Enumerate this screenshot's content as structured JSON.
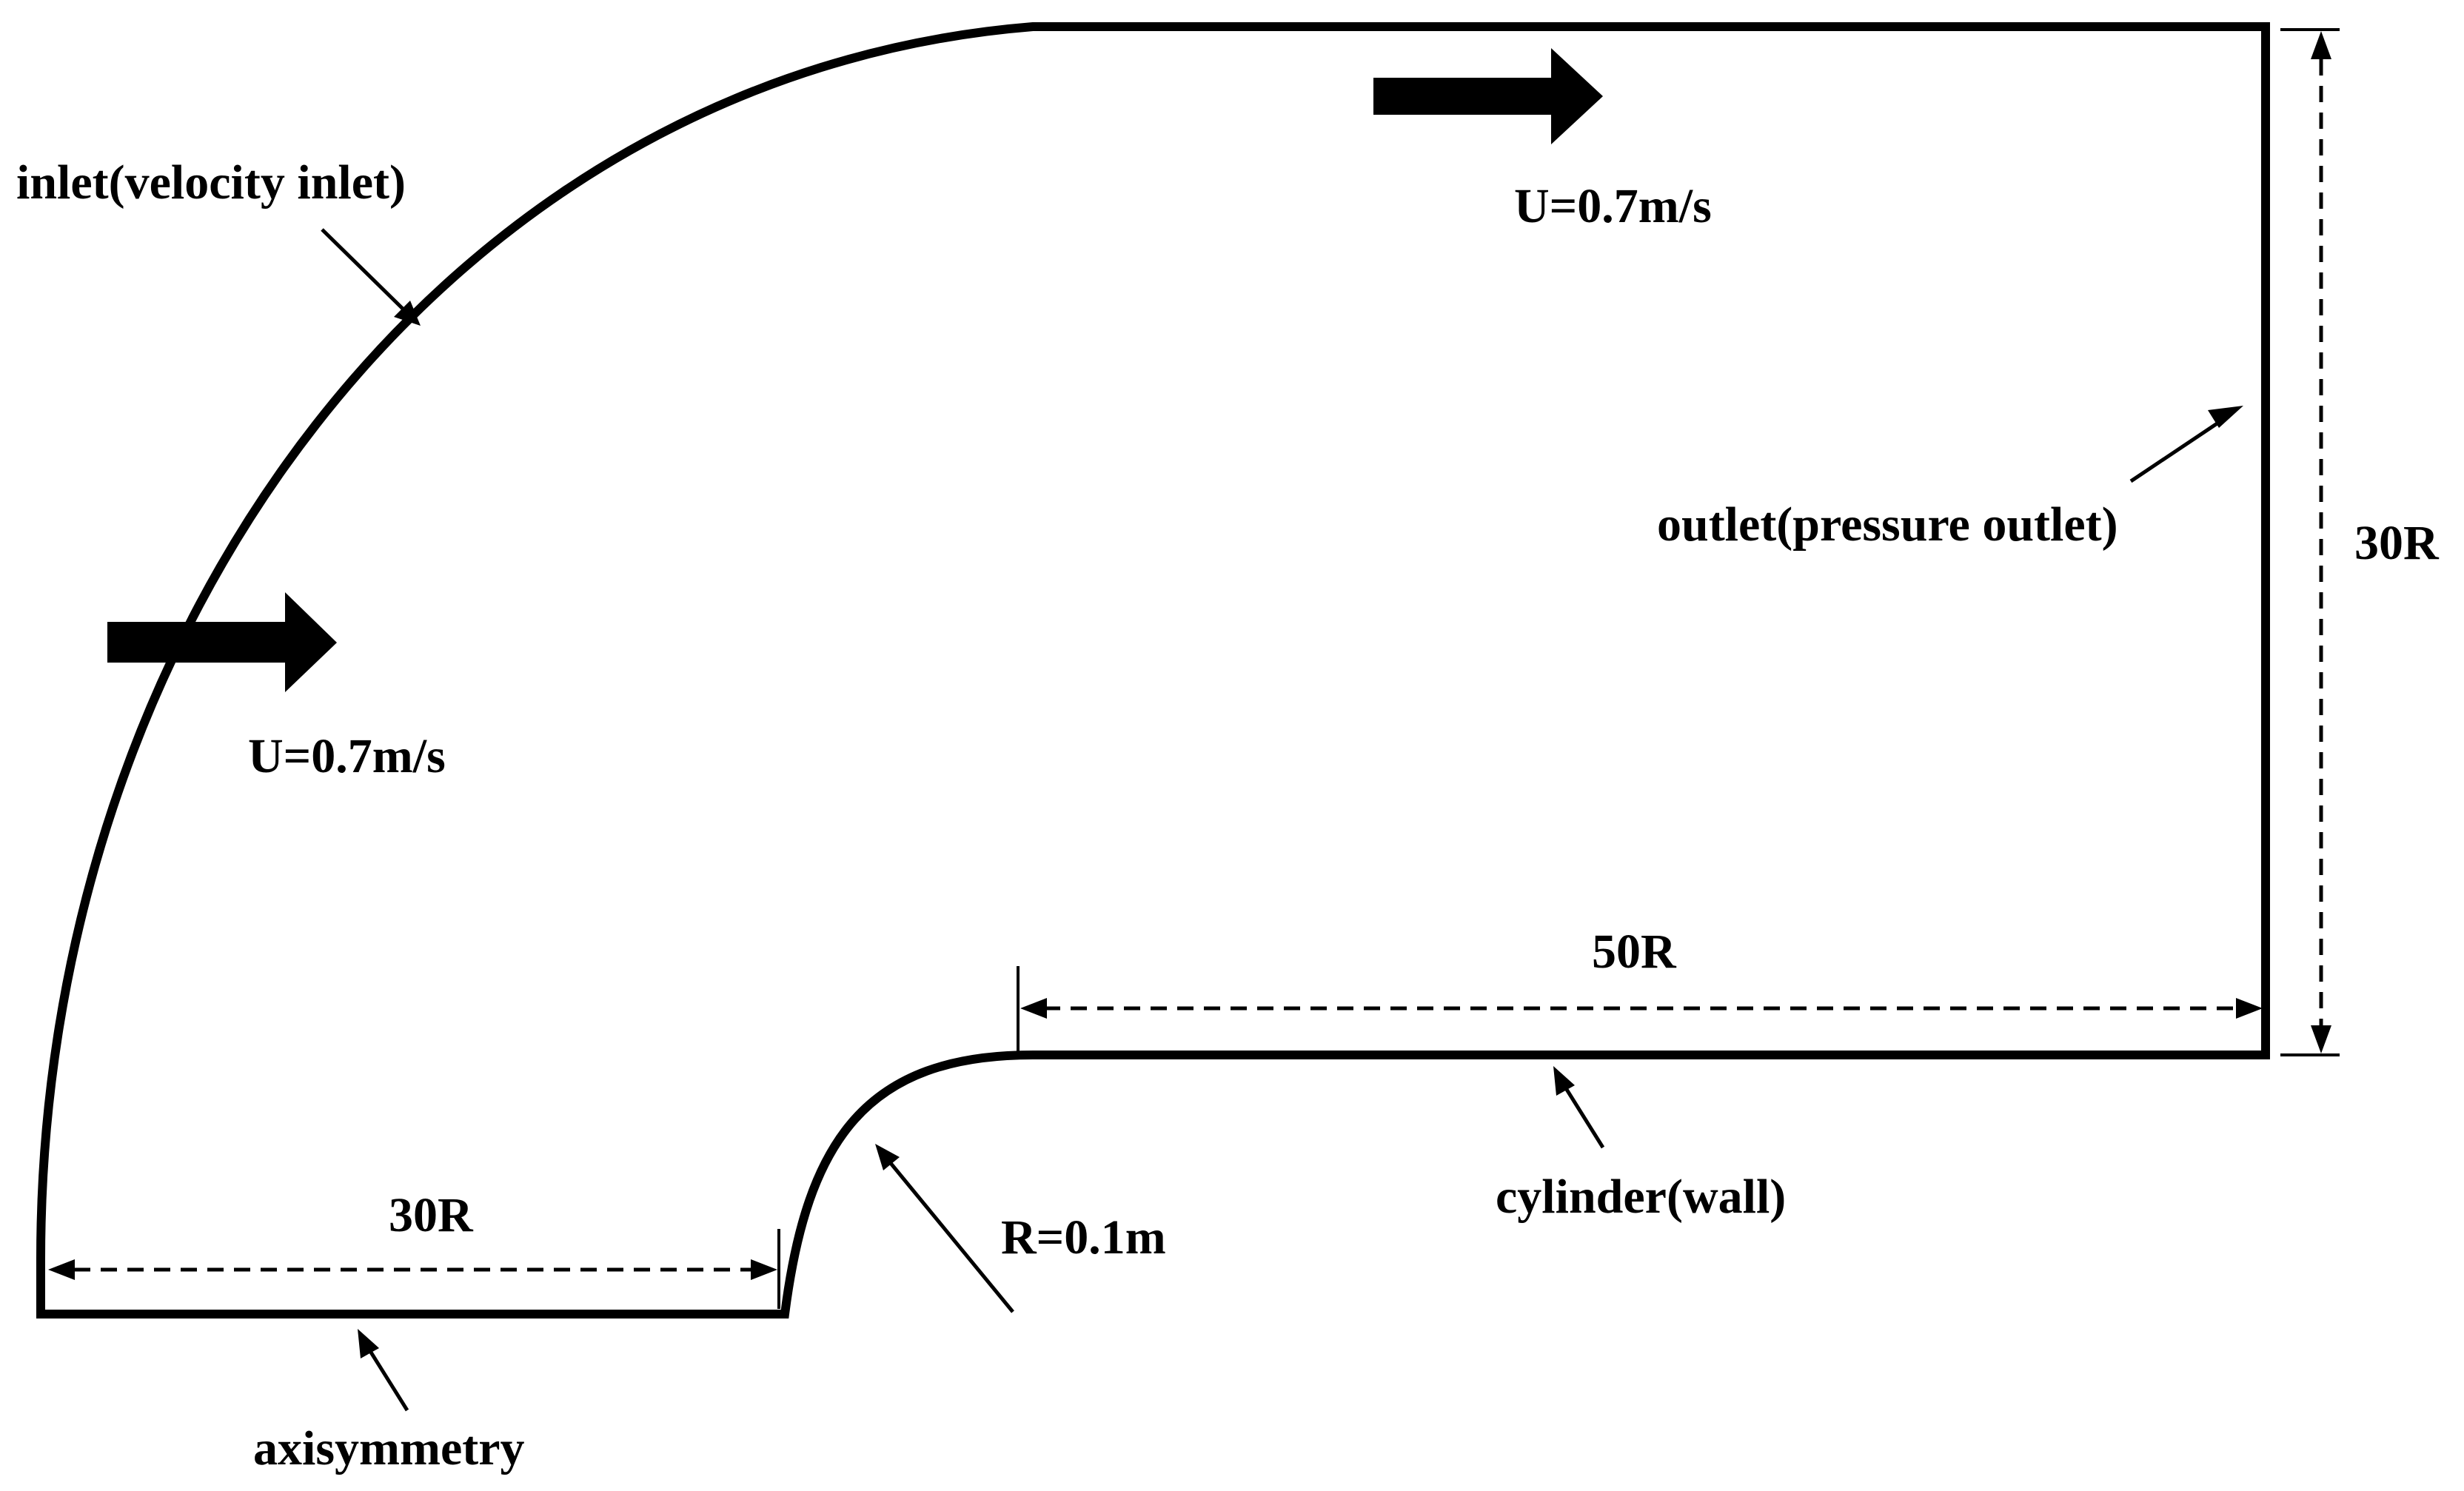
{
  "labels": {
    "inlet": "inlet(velocity inlet)",
    "velocity_top": "U=0.7m/s",
    "velocity_left": "U=0.7m/s",
    "outlet": "outlet(pressure outlet)",
    "height_dim": "30R",
    "length_dim": "50R",
    "axis_dim": "30R",
    "radius": "R=0.1m",
    "cylinder": "cylinder(wall)",
    "axisymmetry": "axisymmetry"
  }
}
